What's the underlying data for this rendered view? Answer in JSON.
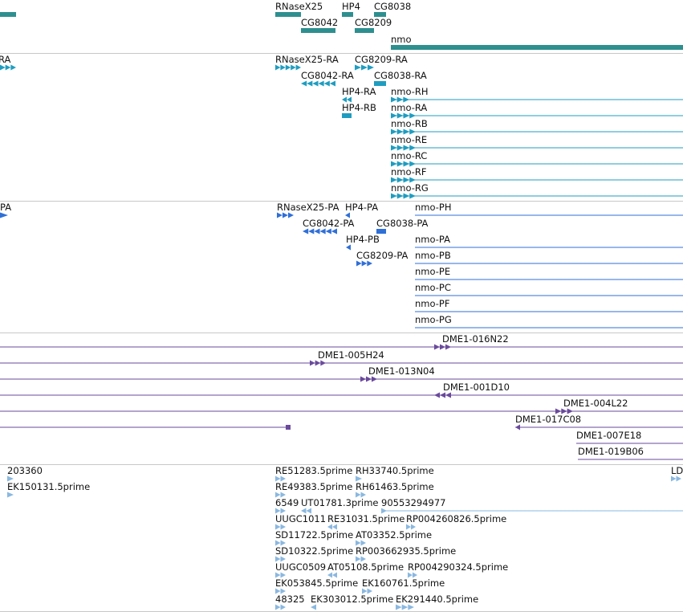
{
  "colors": {
    "gene": "#2e8f8f",
    "transcript": "#1f9dc0",
    "protein": "#2f6fd8",
    "clone": "#6a4a9c",
    "est": "#8ab8e0",
    "separator": "#c8c8c8"
  },
  "tracks": [
    {
      "key": "genes",
      "features": [
        {
          "name": "gene-edge",
          "label": "",
          "strand": "+"
        },
        {
          "name": "RNaseX25",
          "label": "RNaseX25",
          "strand": "+"
        },
        {
          "name": "HP4",
          "label": "HP4",
          "strand": "-"
        },
        {
          "name": "CG8038",
          "label": "CG8038",
          "strand": "-"
        },
        {
          "name": "CG8042",
          "label": "CG8042",
          "strand": "-"
        },
        {
          "name": "CG8209",
          "label": "CG8209",
          "strand": "+"
        },
        {
          "name": "nmo",
          "label": "nmo",
          "strand": "+"
        }
      ]
    },
    {
      "key": "transcripts",
      "features": [
        {
          "name": "edge-RA",
          "label": "RA",
          "strand": "+"
        },
        {
          "name": "RNaseX25-RA",
          "label": "RNaseX25-RA",
          "strand": "+"
        },
        {
          "name": "CG8209-RA",
          "label": "CG8209-RA",
          "strand": "+"
        },
        {
          "name": "CG8042-RA",
          "label": "CG8042-RA",
          "strand": "-"
        },
        {
          "name": "CG8038-RA",
          "label": "CG8038-RA",
          "strand": "-"
        },
        {
          "name": "HP4-RA",
          "label": "HP4-RA",
          "strand": "-"
        },
        {
          "name": "nmo-RH",
          "label": "nmo-RH",
          "strand": "+"
        },
        {
          "name": "HP4-RB",
          "label": "HP4-RB",
          "strand": "-"
        },
        {
          "name": "nmo-RA",
          "label": "nmo-RA",
          "strand": "+"
        },
        {
          "name": "nmo-RB",
          "label": "nmo-RB",
          "strand": "+"
        },
        {
          "name": "nmo-RE",
          "label": "nmo-RE",
          "strand": "+"
        },
        {
          "name": "nmo-RC",
          "label": "nmo-RC",
          "strand": "+"
        },
        {
          "name": "nmo-RF",
          "label": "nmo-RF",
          "strand": "+"
        },
        {
          "name": "nmo-RG",
          "label": "nmo-RG",
          "strand": "+"
        }
      ]
    },
    {
      "key": "proteins",
      "features": [
        {
          "name": "edge-PA",
          "label": "PA",
          "strand": "+"
        },
        {
          "name": "RNaseX25-PA",
          "label": "RNaseX25-PA",
          "strand": "+"
        },
        {
          "name": "HP4-PA",
          "label": "HP4-PA",
          "strand": "-"
        },
        {
          "name": "nmo-PH",
          "label": "nmo-PH",
          "strand": "+"
        },
        {
          "name": "CG8042-PA",
          "label": "CG8042-PA",
          "strand": "-"
        },
        {
          "name": "CG8038-PA",
          "label": "CG8038-PA",
          "strand": "-"
        },
        {
          "name": "HP4-PB",
          "label": "HP4-PB",
          "strand": "-"
        },
        {
          "name": "nmo-PA",
          "label": "nmo-PA",
          "strand": "+"
        },
        {
          "name": "CG8209-PA",
          "label": "CG8209-PA",
          "strand": "+"
        },
        {
          "name": "nmo-PB",
          "label": "nmo-PB",
          "strand": "+"
        },
        {
          "name": "nmo-PE",
          "label": "nmo-PE",
          "strand": "+"
        },
        {
          "name": "nmo-PC",
          "label": "nmo-PC",
          "strand": "+"
        },
        {
          "name": "nmo-PF",
          "label": "nmo-PF",
          "strand": "+"
        },
        {
          "name": "nmo-PG",
          "label": "nmo-PG",
          "strand": "+"
        }
      ]
    },
    {
      "key": "clones",
      "features": [
        {
          "name": "DME1-016N22",
          "label": "DME1-016N22",
          "strand": "+"
        },
        {
          "name": "DME1-005H24",
          "label": "DME1-005H24",
          "strand": "+"
        },
        {
          "name": "DME1-013N04",
          "label": "DME1-013N04",
          "strand": "+"
        },
        {
          "name": "DME1-001D10",
          "label": "DME1-001D10",
          "strand": "-"
        },
        {
          "name": "DME1-004L22",
          "label": "DME1-004L22",
          "strand": "+"
        },
        {
          "name": "unlabeled-clone",
          "label": "",
          "strand": "+"
        },
        {
          "name": "DME1-017C08",
          "label": "DME1-017C08",
          "strand": "-"
        },
        {
          "name": "DME1-007E18",
          "label": "DME1-007E18",
          "strand": "+"
        },
        {
          "name": "DME1-019B06",
          "label": "DME1-019B06",
          "strand": "-"
        }
      ]
    },
    {
      "key": "ests",
      "features": [
        {
          "name": "203360",
          "label": "203360",
          "strand": "+"
        },
        {
          "name": "RE51283.5prime",
          "label": "RE51283.5prime",
          "strand": "+"
        },
        {
          "name": "RH33740.5prime",
          "label": "RH33740.5prime",
          "strand": "+"
        },
        {
          "name": "LD",
          "label": "LD",
          "strand": "+"
        },
        {
          "name": "EK150131.5prime",
          "label": "EK150131.5prime",
          "strand": "+"
        },
        {
          "name": "RE49383.5prime",
          "label": "RE49383.5prime",
          "strand": "+"
        },
        {
          "name": "RH61463.5prime",
          "label": "RH61463.5prime",
          "strand": "+"
        },
        {
          "name": "6549",
          "label": "6549",
          "strand": "+"
        },
        {
          "name": "UT01781.3prime",
          "label": "UT01781.3prime",
          "strand": "-"
        },
        {
          "name": "90553294977",
          "label": "90553294977",
          "strand": "+"
        },
        {
          "name": "UUGC1011",
          "label": "UUGC1011",
          "strand": "+"
        },
        {
          "name": "RE31031.5prime",
          "label": "RE31031.5prime",
          "strand": "-"
        },
        {
          "name": "RP004260826.5prime",
          "label": "RP004260826.5prime",
          "strand": "+"
        },
        {
          "name": "SD11722.5prime",
          "label": "SD11722.5prime",
          "strand": "+"
        },
        {
          "name": "AT03352.5prime",
          "label": "AT03352.5prime",
          "strand": "+"
        },
        {
          "name": "SD10322.5prime",
          "label": "SD10322.5prime",
          "strand": "+"
        },
        {
          "name": "RP003662935.5prime",
          "label": "RP003662935.5prime",
          "strand": "+"
        },
        {
          "name": "UUGC0509",
          "label": "UUGC0509",
          "strand": "+"
        },
        {
          "name": "AT05108.5prime",
          "label": "AT05108.5prime",
          "strand": "-"
        },
        {
          "name": "RP004290324.5prime",
          "label": "RP004290324.5prime",
          "strand": "+"
        },
        {
          "name": "EK053845.5prime",
          "label": "EK053845.5prime",
          "strand": "+"
        },
        {
          "name": "EK160761.5prime",
          "label": "EK160761.5prime",
          "strand": "+"
        },
        {
          "name": "48325",
          "label": "48325",
          "strand": "+"
        },
        {
          "name": "EK303012.5prime",
          "label": "EK303012.5prime",
          "strand": "-"
        },
        {
          "name": "EK291440.5prime",
          "label": "EK291440.5prime",
          "strand": "+"
        }
      ]
    }
  ]
}
